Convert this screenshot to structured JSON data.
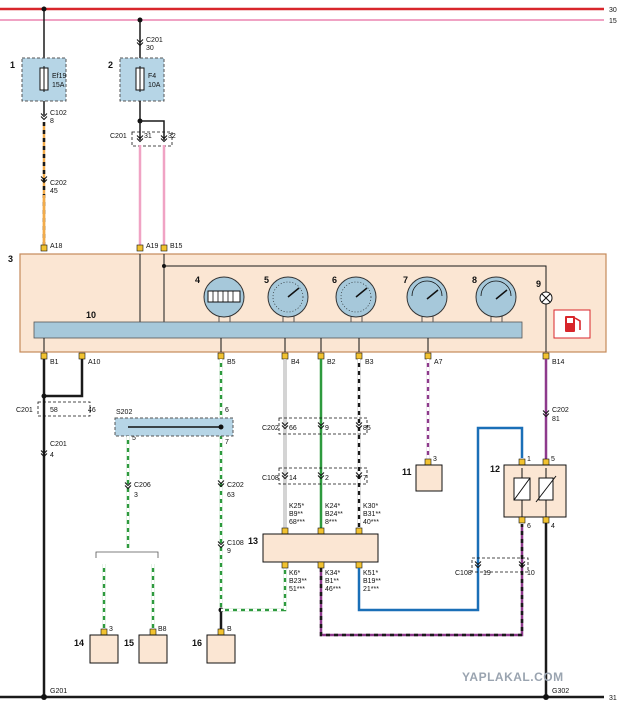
{
  "bus": {
    "line_30": "30",
    "line_15": "15",
    "line_31": "31"
  },
  "fuses": [
    {
      "num": "1",
      "name": "Ef19",
      "rating": "15A"
    },
    {
      "num": "2",
      "name": "F4",
      "rating": "10A"
    }
  ],
  "cluster": {
    "num": "3",
    "display_num": "10",
    "lamp_num": "9"
  },
  "gauges": [
    "4",
    "5",
    "6",
    "7",
    "8"
  ],
  "pins": {
    "a18": "A18",
    "a19": "A19",
    "b15": "B15",
    "b1": "B1",
    "a10": "A10",
    "b5": "B5",
    "b4": "B4",
    "b2": "B2",
    "b3": "B3",
    "a7": "A7",
    "b14": "B14"
  },
  "connectors": {
    "c102": "C102",
    "c102_p": "8",
    "c202_top": "C202",
    "c202_top_p": "45",
    "c201_top": "C201",
    "c201_top_p": "30",
    "c201_split": "C201",
    "c201_split_a": "31",
    "c201_split_b": "32",
    "c201_left": "C201",
    "c201_left_a": "58",
    "c201_left_b": "46",
    "c201_lower": "C201",
    "c201_lower_p": "4",
    "s202": "S202",
    "s202_a": "6",
    "s202_b": "5",
    "c202_b5": "C202",
    "c202_b5_p": "63",
    "c108_b5": "C108",
    "c108_b5_p": "9",
    "c206": "C206",
    "c206_p": "3",
    "c202_mid": "C202",
    "c202_b4_p": "66",
    "c202_b2_p": "9",
    "c202_b3_p": "85",
    "c108_mid": "C108",
    "c108_b4_p": "14",
    "c108_b2_p": "2",
    "c108_b3_p": "7",
    "c202_b14": "C202",
    "c202_b14_p": "81",
    "c108_right": "C108",
    "c108_right_a": "19",
    "c108_right_b": "10",
    "g201": "G201",
    "g302": "G302"
  },
  "module13": {
    "num": "13",
    "top_left": [
      "K25*",
      "B9**",
      "68***"
    ],
    "top_mid": [
      "K24*",
      "B24**",
      "8***"
    ],
    "top_right": [
      "K30*",
      "B31**",
      "40***"
    ],
    "bot_left": [
      "K6*",
      "B23**",
      "51***"
    ],
    "bot_mid": [
      "K34*",
      "B1**",
      "46***"
    ],
    "bot_right": [
      "K51*",
      "B19**",
      "21***"
    ]
  },
  "components": {
    "c11": {
      "num": "11",
      "pin": "3"
    },
    "c12": {
      "num": "12",
      "p1": "1",
      "p5": "5",
      "p6": "6",
      "p4": "4"
    },
    "c14": {
      "num": "14",
      "pin": "3"
    },
    "c15": {
      "num": "15",
      "pin": "B8"
    },
    "c16": {
      "num": "16",
      "pin": "B"
    }
  },
  "watermark": "YAPLAKAL.COM",
  "colors": {
    "red": "#d8262b",
    "pink": "#f0a3c4",
    "orange": "#f2ab4a",
    "green": "#2e9a3e",
    "purple": "#8e3a8c",
    "blue": "#1a6fb7",
    "gray": "#a9a9a9",
    "black": "#1a1a1a",
    "panel": "#fbe6d3",
    "panel_stroke": "#c58a5a",
    "fuse_fill": "#b6d5e6",
    "display_fill": "#a6c8da"
  }
}
